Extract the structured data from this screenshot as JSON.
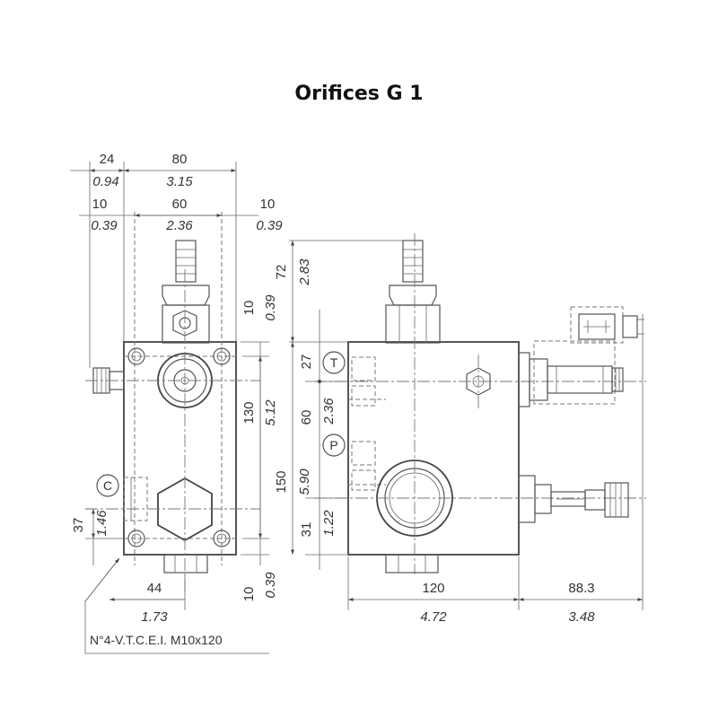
{
  "title": "Orifices  G 1",
  "ports": {
    "t": "T",
    "p": "P",
    "c": "C"
  },
  "note": "N°4-V.T.C.E.I.  M10x120",
  "dimensions": {
    "top_left_24": "24",
    "top_left_094": "0.94",
    "top_80": "80",
    "top_315": "3.15",
    "top_10a": "10",
    "top_039a": "0.39",
    "top_60": "60",
    "top_236": "2.36",
    "top_10b": "10",
    "top_039b": "0.39",
    "v_10a": "10",
    "v_039a": "0.39",
    "v_130": "130",
    "v_512": "5.12",
    "v_37": "37",
    "v_146": "1.46",
    "v_10b": "10",
    "v_039b": "0.39",
    "bot_44": "44",
    "bot_173": "1.73",
    "r_72": "72",
    "r_283": "2.83",
    "r_27": "27",
    "r_60": "60",
    "r_236": "2.36",
    "r_150": "150",
    "r_590": "5.90",
    "r_31": "31",
    "r_122": "1.22",
    "bot_120": "120",
    "bot_472": "4.72",
    "bot_883": "88.3",
    "bot_348": "3.48"
  }
}
